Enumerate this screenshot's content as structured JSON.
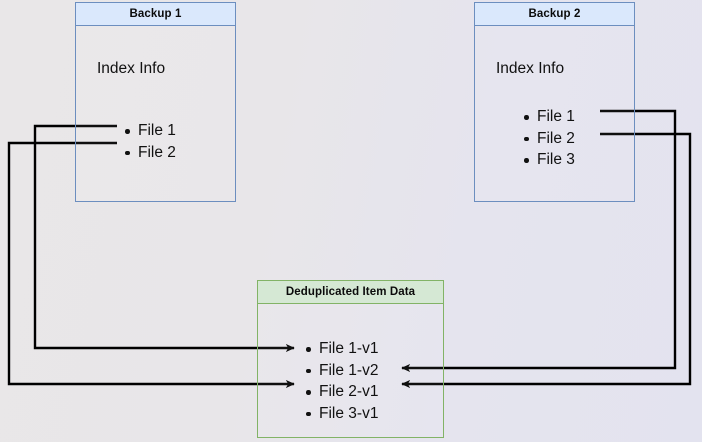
{
  "diagram": {
    "title_hidden": "",
    "colors": {
      "background": "#e8e6ea",
      "blue_fill": "#dae8fc",
      "blue_stroke": "#6c8ebf",
      "green_fill": "#d5e8d4",
      "green_stroke": "#82b366",
      "connector": "#000000",
      "text": "#111111"
    }
  },
  "backup1": {
    "title": "Backup 1",
    "caption": "Index Info",
    "files": [
      {
        "label": "File 1"
      },
      {
        "label": "File 2"
      }
    ]
  },
  "backup2": {
    "title": "Backup 2",
    "caption": "Index Info",
    "files": [
      {
        "label": "File 1"
      },
      {
        "label": "File 2"
      },
      {
        "label": "File 3"
      }
    ]
  },
  "dedup": {
    "title": "Deduplicated Item Data",
    "items": [
      {
        "label": "File 1-v1"
      },
      {
        "label": "File 1-v2"
      },
      {
        "label": "File 2-v1"
      },
      {
        "label": "File 3-v1"
      }
    ]
  },
  "connectors": [
    {
      "name": "backup1-file1-to-file1v1",
      "from": "Backup 1 / File 1",
      "to": "Deduplicated Item Data / File 1-v1",
      "direction": "right"
    },
    {
      "name": "backup1-file2-to-file2v1",
      "from": "Backup 1 / File 2",
      "to": "Deduplicated Item Data / File 2-v1",
      "direction": "right"
    },
    {
      "name": "backup2-file1-to-file1v2",
      "from": "Backup 2 / File 1",
      "to": "Deduplicated Item Data / File 1-v2",
      "direction": "left"
    },
    {
      "name": "backup2-file2-to-file2v1",
      "from": "Backup 2 / File 2",
      "to": "Deduplicated Item Data / File 2-v1",
      "direction": "left"
    }
  ]
}
